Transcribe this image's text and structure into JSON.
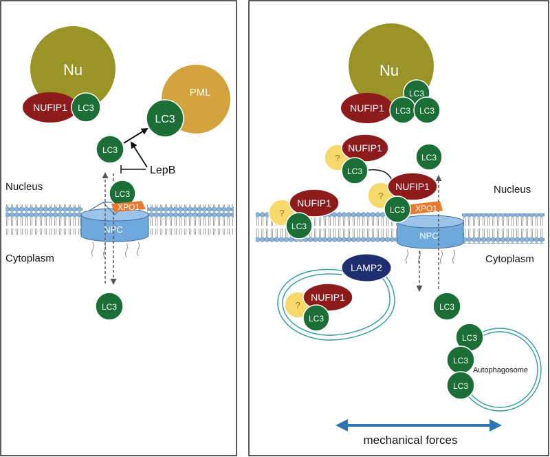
{
  "left_panel": {
    "nucleolus_label": "Nu",
    "nufip1_label": "NUFIP1",
    "lc3_nucleolus_label": "LC3",
    "pml_label": "PML",
    "lc3_pml_label": "LC3",
    "lc3_free_label": "LC3",
    "lepb_label": "LepB",
    "nucleus_label": "Nucleus",
    "lc3_npc_label": "LC3",
    "xpo1_label": "XPO1",
    "npc_label": "NPC",
    "cytoplasm_label": "Cytoplasm",
    "lc3_cyto_label": "LC3"
  },
  "right_panel": {
    "nucleolus_label": "Nu",
    "nufip1_label": "NUFIP1",
    "lc3_nu_top": "LC3",
    "lc3_nu_left": "LC3",
    "lc3_nu_right": "LC3",
    "q1_label": "?",
    "nufip1_2_label": "NUFIP1",
    "lc3_2_label": "LC3",
    "lc3_export_label": "LC3",
    "q2_label": "?",
    "nufip1_3_label": "NUFIP1",
    "lc3_3_label": "LC3",
    "xpo1_label": "XPO1",
    "q3_label": "?",
    "nufip1_4_label": "NUFIP1",
    "lc3_4_label": "LC3",
    "nucleus_label": "Nucleus",
    "npc_label": "NPC",
    "cytoplasm_label": "Cytoplasm",
    "lamp2_label": "LAMP2",
    "q4_label": "?",
    "nufip1_5_label": "NUFIP1",
    "lc3_5_label": "LC3",
    "lc3_cyto_label": "LC3",
    "lc3_auto1": "LC3",
    "lc3_auto2": "LC3",
    "lc3_auto3": "LC3",
    "autophagosome_label": "Autophagosome",
    "mechanical_forces_label": "mechanical forces"
  },
  "colors": {
    "nucleolus": "#9a9328",
    "pml": "#d3a43d",
    "lc3": "#1b6e35",
    "nufip1": "#8e1b1c",
    "xpo1": "#e67a31",
    "npc": "#6fa8dc",
    "question": "#f7d96b",
    "lamp2": "#1f2e6e",
    "autophagosome_ring": "#2e9aa0",
    "mechanical_arrow": "#2e75b6"
  }
}
